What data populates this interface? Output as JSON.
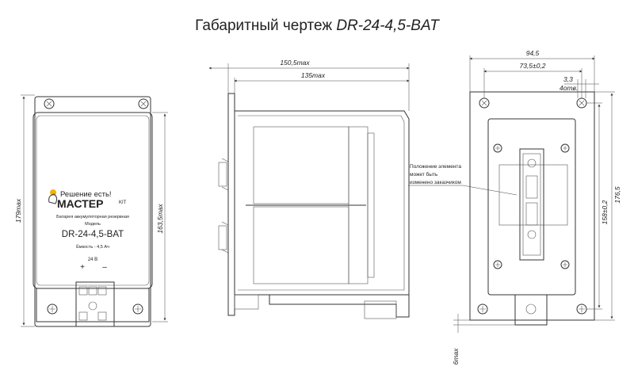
{
  "title": {
    "prefix": "Габаритный чертеж",
    "model": "DR-24-4,5-BAT"
  },
  "front_view": {
    "brand_slogan": "Решение есть!",
    "brand_name": "МАСТЕР",
    "brand_suffix": "KIT",
    "product_line1": "Батарея аккумуляторная резервная",
    "product_line2": "Модель",
    "model": "DR-24-4,5-BAT",
    "capacity": "Ёмкость - 4,5 Ач",
    "voltage": "24 В",
    "plus": "+",
    "minus": "–",
    "dim_height_total": "179max",
    "dim_height_body": "163,5max"
  },
  "side_view": {
    "dim_depth_total": "150,5max",
    "dim_depth_body": "135max"
  },
  "back_view": {
    "dim_width_total": "94,5",
    "dim_width_holes": "73,5±0,2",
    "dim_hole_d": "3,3",
    "dim_hole_count": "4отв.",
    "dim_height_total": "176,5",
    "dim_height_holes": "158±0,2",
    "dim_bottom": "6max",
    "note_line1": "Положение элемента",
    "note_line2": "может быть",
    "note_line3": "изменено заказчиком"
  }
}
